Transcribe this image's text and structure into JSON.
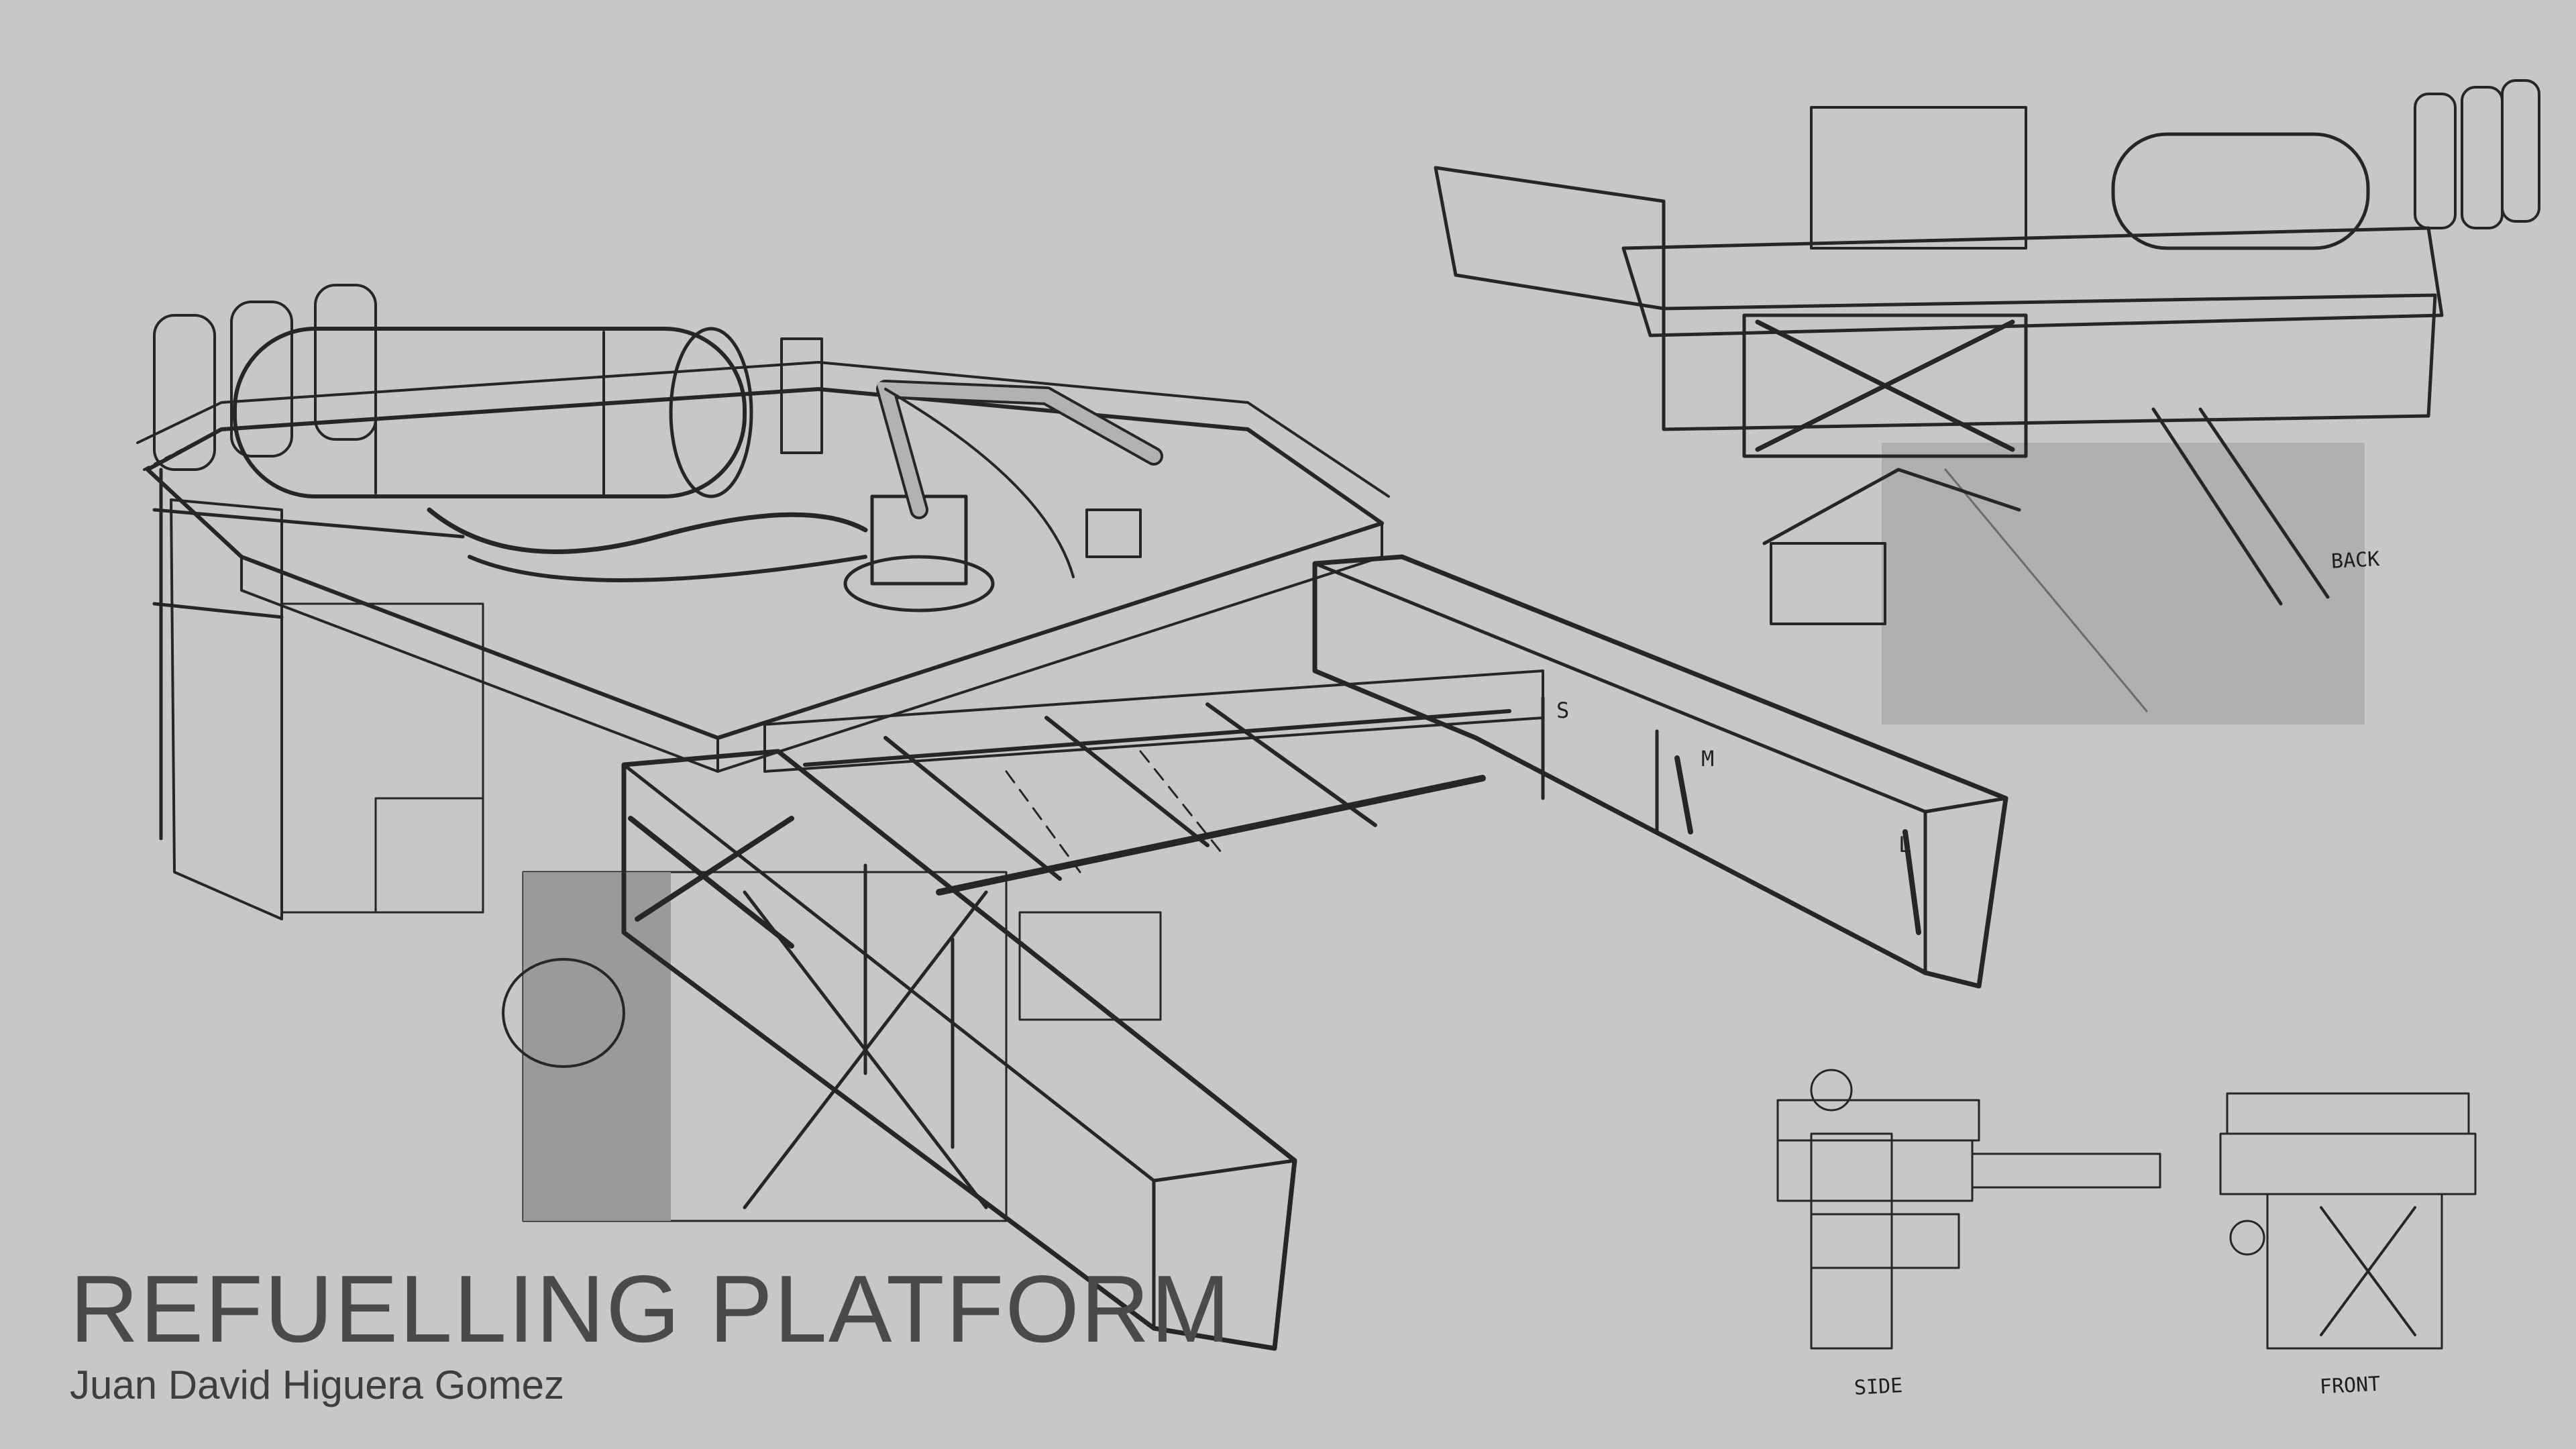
{
  "title": "REFUELLING PLATFORM",
  "author": "Juan David Higuera Gomez",
  "view_labels": {
    "back": "BACK",
    "side": "SIDE",
    "front": "FRONT"
  },
  "arm_marks": {
    "small": "S",
    "medium": "M",
    "large": "L"
  },
  "colors": {
    "background": "#c7c7c7",
    "model_fill": "#a9a9a9",
    "model_light": "#bdbdbd",
    "model_dark": "#8e8e8e",
    "linework": "#262626",
    "title_text": "#4a4a4a"
  }
}
